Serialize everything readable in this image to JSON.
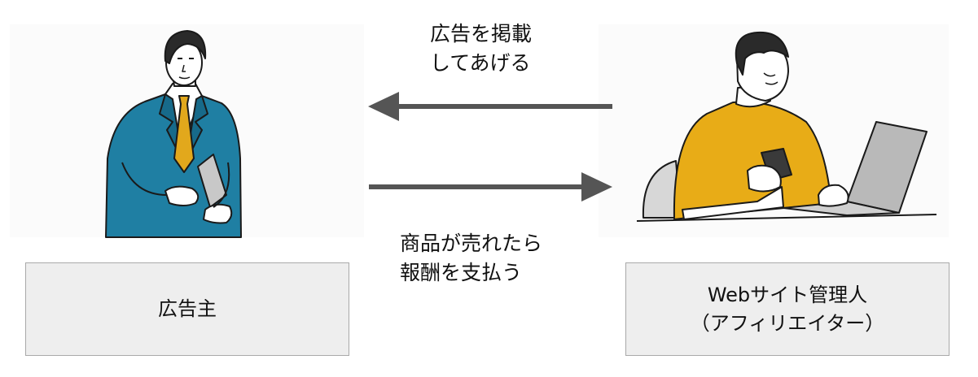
{
  "arrows": {
    "top_caption_line1": "広告を掲載",
    "top_caption_line2": "してあげる",
    "bottom_caption_line1": "商品が売れたら",
    "bottom_caption_line2": "報酬を支払う",
    "arrow_color": "#555555"
  },
  "advertiser": {
    "label": "広告主"
  },
  "affiliate": {
    "label_line1": "Webサイト管理人",
    "label_line2": "（アフィリエイター）"
  },
  "colors": {
    "suit": "#1f7fa3",
    "tie": "#e2a81c",
    "sweater": "#e8ac17",
    "laptop": "#b9b9b9",
    "box_fill": "#eeeeee"
  }
}
